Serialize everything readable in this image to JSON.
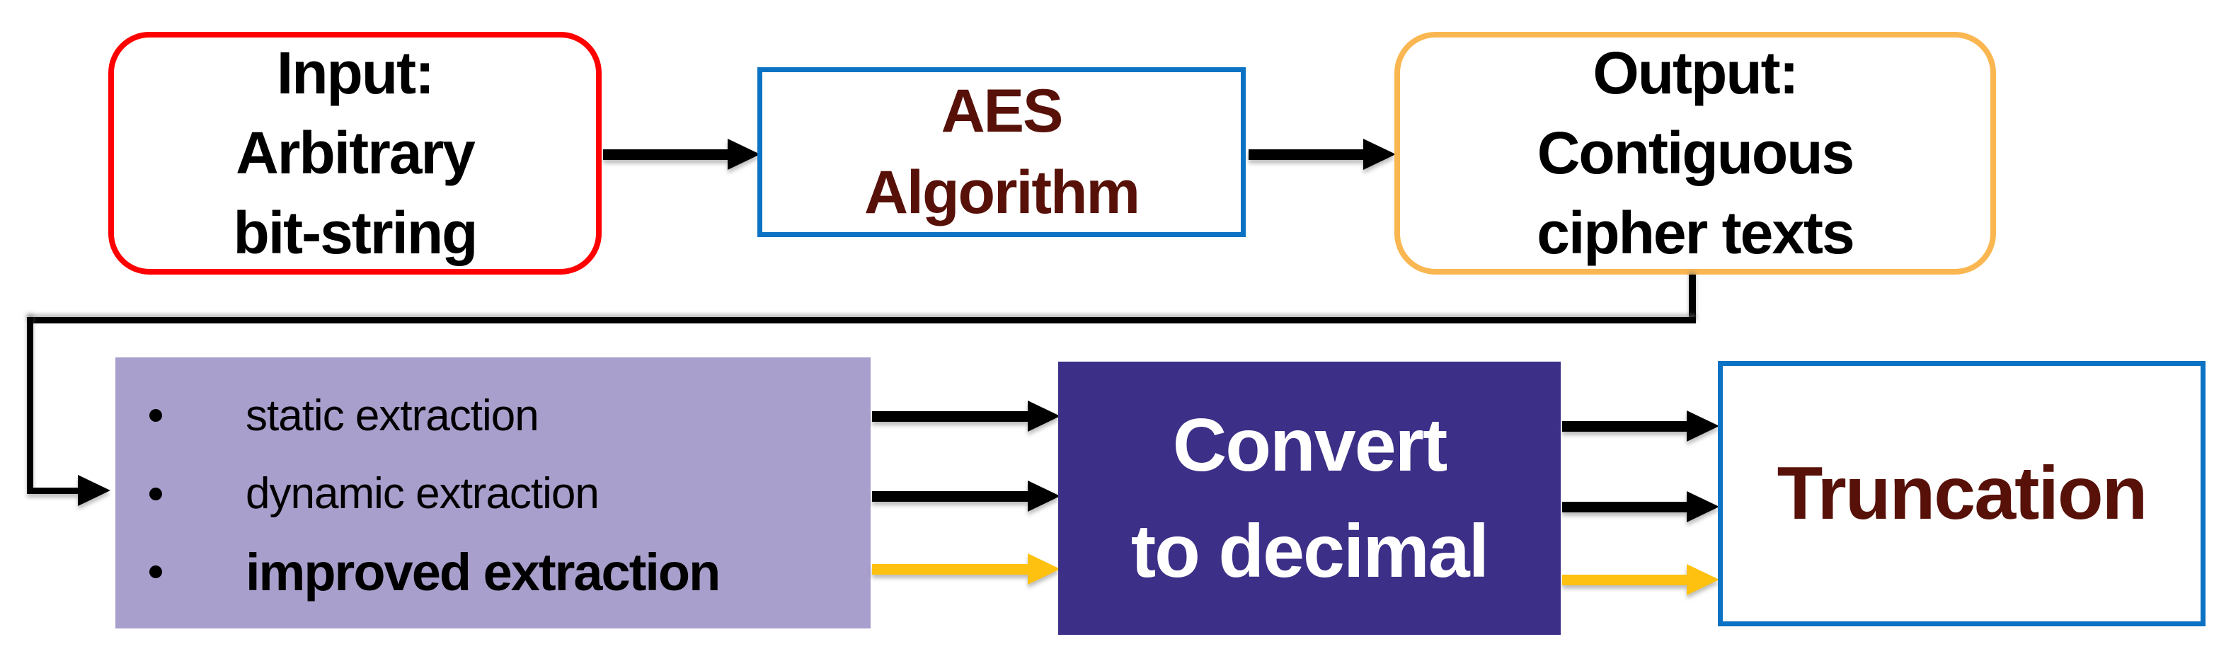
{
  "colors": {
    "red_border": "#FF0000",
    "blue_border": "#0C72C4",
    "orange_border": "#FAB751",
    "lavender_fill": "#A99FCC",
    "indigo_fill": "#3B2F87",
    "maroon_text": "#571108",
    "gold_arrow": "#FFC110",
    "black": "#000000",
    "white_fill": "#FFFFFF"
  },
  "boxes": {
    "input": {
      "lines": [
        "Input:",
        "Arbitrary",
        "bit-string"
      ]
    },
    "aes": {
      "lines": [
        "AES",
        "Algorithm"
      ]
    },
    "output": {
      "lines": [
        "Output:",
        "Contiguous",
        "cipher texts"
      ]
    },
    "extraction": {
      "items": [
        {
          "label": "static extraction",
          "bold": false
        },
        {
          "label": "dynamic extraction",
          "bold": false
        },
        {
          "label": "improved extraction",
          "bold": true
        }
      ]
    },
    "convert": {
      "lines": [
        "Convert",
        "to decimal"
      ]
    },
    "truncation": {
      "lines": [
        "Truncation"
      ]
    }
  }
}
